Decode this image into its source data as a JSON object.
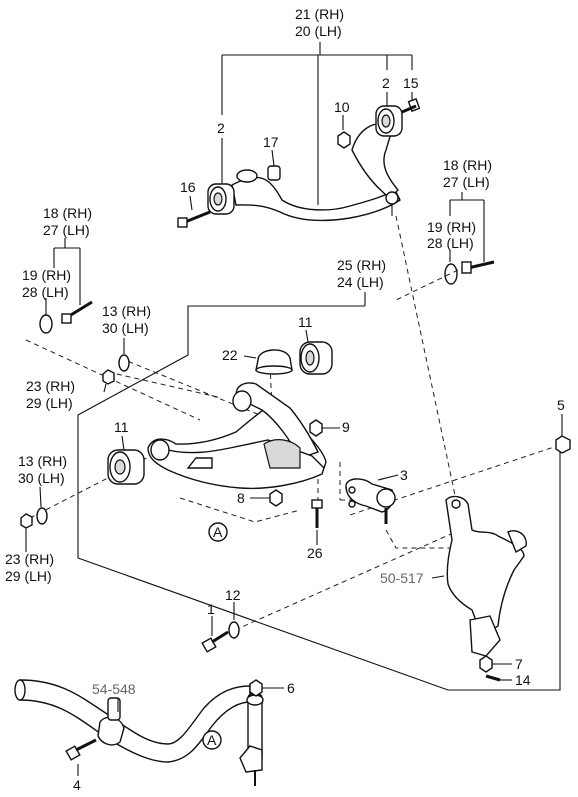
{
  "callouts": [
    {
      "id": "c21",
      "text": "21 (RH)"
    },
    {
      "id": "c20",
      "text": "20 (LH)"
    },
    {
      "id": "c2a",
      "text": "2"
    },
    {
      "id": "c15",
      "text": "15"
    },
    {
      "id": "c10",
      "text": "10"
    },
    {
      "id": "c2b",
      "text": "2"
    },
    {
      "id": "c17",
      "text": "17"
    },
    {
      "id": "c16",
      "text": "16"
    },
    {
      "id": "c18r",
      "text": "18 (RH)"
    },
    {
      "id": "c27r",
      "text": "27 (LH)"
    },
    {
      "id": "c19r",
      "text": "19 (RH)"
    },
    {
      "id": "c28r",
      "text": "28 (LH)"
    },
    {
      "id": "c18l",
      "text": "18 (RH)"
    },
    {
      "id": "c27l",
      "text": "27 (LH)"
    },
    {
      "id": "c19l",
      "text": "19 (RH)"
    },
    {
      "id": "c28l",
      "text": "28 (LH)"
    },
    {
      "id": "c25",
      "text": "25 (RH)"
    },
    {
      "id": "c24",
      "text": "24 (LH)"
    },
    {
      "id": "c13a",
      "text": "13 (RH)"
    },
    {
      "id": "c30a",
      "text": "30 (LH)"
    },
    {
      "id": "c11a",
      "text": "11"
    },
    {
      "id": "c22",
      "text": "22"
    },
    {
      "id": "c23a",
      "text": "23 (RH)"
    },
    {
      "id": "c29a",
      "text": "29 (LH)"
    },
    {
      "id": "c9",
      "text": "9"
    },
    {
      "id": "c5",
      "text": "5"
    },
    {
      "id": "c11b",
      "text": "11"
    },
    {
      "id": "c13b",
      "text": "13 (RH)"
    },
    {
      "id": "c30b",
      "text": "30 (LH)"
    },
    {
      "id": "c3",
      "text": "3"
    },
    {
      "id": "c8",
      "text": "8"
    },
    {
      "id": "cA1",
      "text": "A"
    },
    {
      "id": "c23b",
      "text": "23 (RH)"
    },
    {
      "id": "c29b",
      "text": "29 (LH)"
    },
    {
      "id": "c26",
      "text": "26"
    },
    {
      "id": "c1",
      "text": "1"
    },
    {
      "id": "c12",
      "text": "12"
    },
    {
      "id": "c7",
      "text": "7"
    },
    {
      "id": "c14",
      "text": "14"
    },
    {
      "id": "c6",
      "text": "6"
    },
    {
      "id": "c4",
      "text": "4"
    },
    {
      "id": "cA2",
      "text": "A"
    }
  ],
  "references": [
    {
      "id": "r50517",
      "text": "50-517"
    },
    {
      "id": "r54548",
      "text": "54-548"
    }
  ]
}
